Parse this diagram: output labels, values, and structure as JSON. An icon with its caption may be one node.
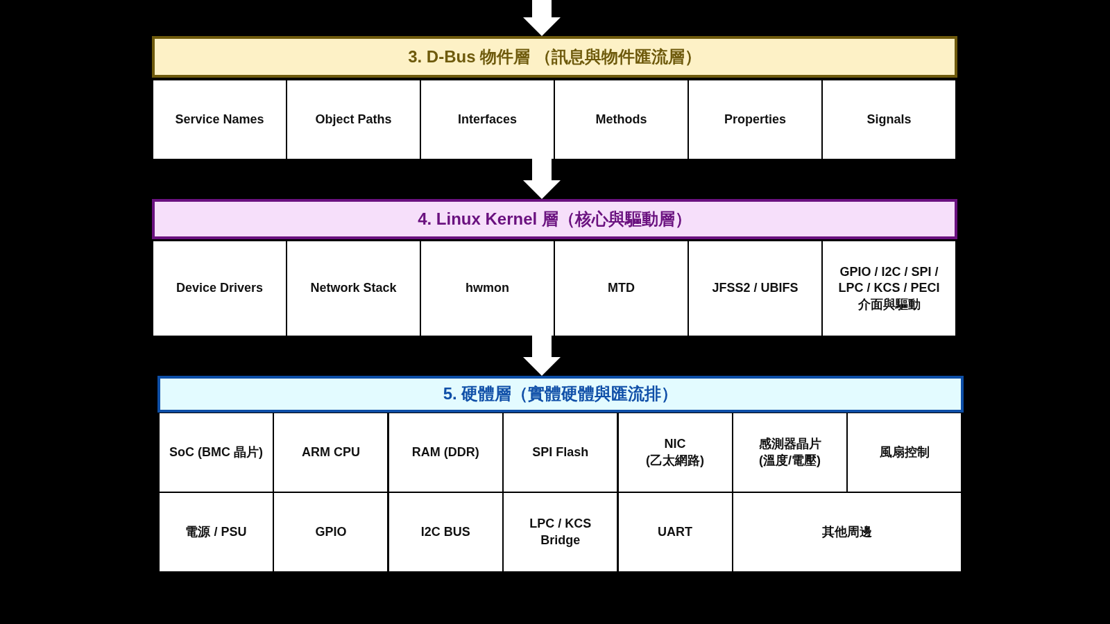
{
  "diagram": {
    "nodes": [
      {
        "text": [
          "3. D-Bus 物件層 （訊息與物件匯流層）"
        ]
      },
      {
        "text": [
          "Service Names"
        ]
      },
      {
        "text": [
          "Object Paths"
        ]
      },
      {
        "text": [
          "Interfaces"
        ]
      },
      {
        "text": [
          "Methods"
        ]
      },
      {
        "text": [
          "Properties"
        ]
      },
      {
        "text": [
          "Signals"
        ]
      },
      {
        "text": [
          "4. Linux Kernel 層（核心與驅動層）"
        ]
      },
      {
        "text": [
          "Device Drivers"
        ]
      },
      {
        "text": [
          "Network Stack"
        ]
      },
      {
        "text": [
          "hwmon"
        ]
      },
      {
        "text": [
          "MTD"
        ]
      },
      {
        "text": [
          "JFSS2 / UBIFS"
        ]
      },
      {
        "text": [
          "GPIO / I2C / SPI / LPC / KCS / PECI 介面與驅動"
        ]
      },
      {
        "text": [
          "5. 硬體層（實體硬體與匯流排）"
        ]
      },
      {
        "text": [
          "SoC (BMC 晶片)"
        ]
      },
      {
        "text": [
          "ARM CPU"
        ]
      },
      {
        "text": [
          "RAM (DDR)"
        ]
      },
      {
        "text": [
          "SPI Flash"
        ]
      },
      {
        "text": [
          "NIC (乙太網路)"
        ]
      },
      {
        "text": [
          "感測器晶片(溫度/電壓)"
        ]
      },
      {
        "text": [
          "風扇控制"
        ]
      },
      {
        "text": [
          "電源 / PSU"
        ]
      },
      {
        "text": [
          "GPIO"
        ]
      },
      {
        "text": [
          "I2C BUS"
        ]
      },
      {
        "text": [
          "LPC / KCS Bridge"
        ]
      },
      {
        "text": [
          "UART"
        ]
      },
      {
        "text": [
          "其他周邊"
        ]
      }
    ],
    "edges": [
      {
        "from": null,
        "to": 0,
        "arrow": "to"
      },
      {
        "from": 3,
        "to": 7,
        "arrow": "to"
      },
      {
        "from": 10,
        "to": 14,
        "arrow": "to"
      }
    ]
  }
}
